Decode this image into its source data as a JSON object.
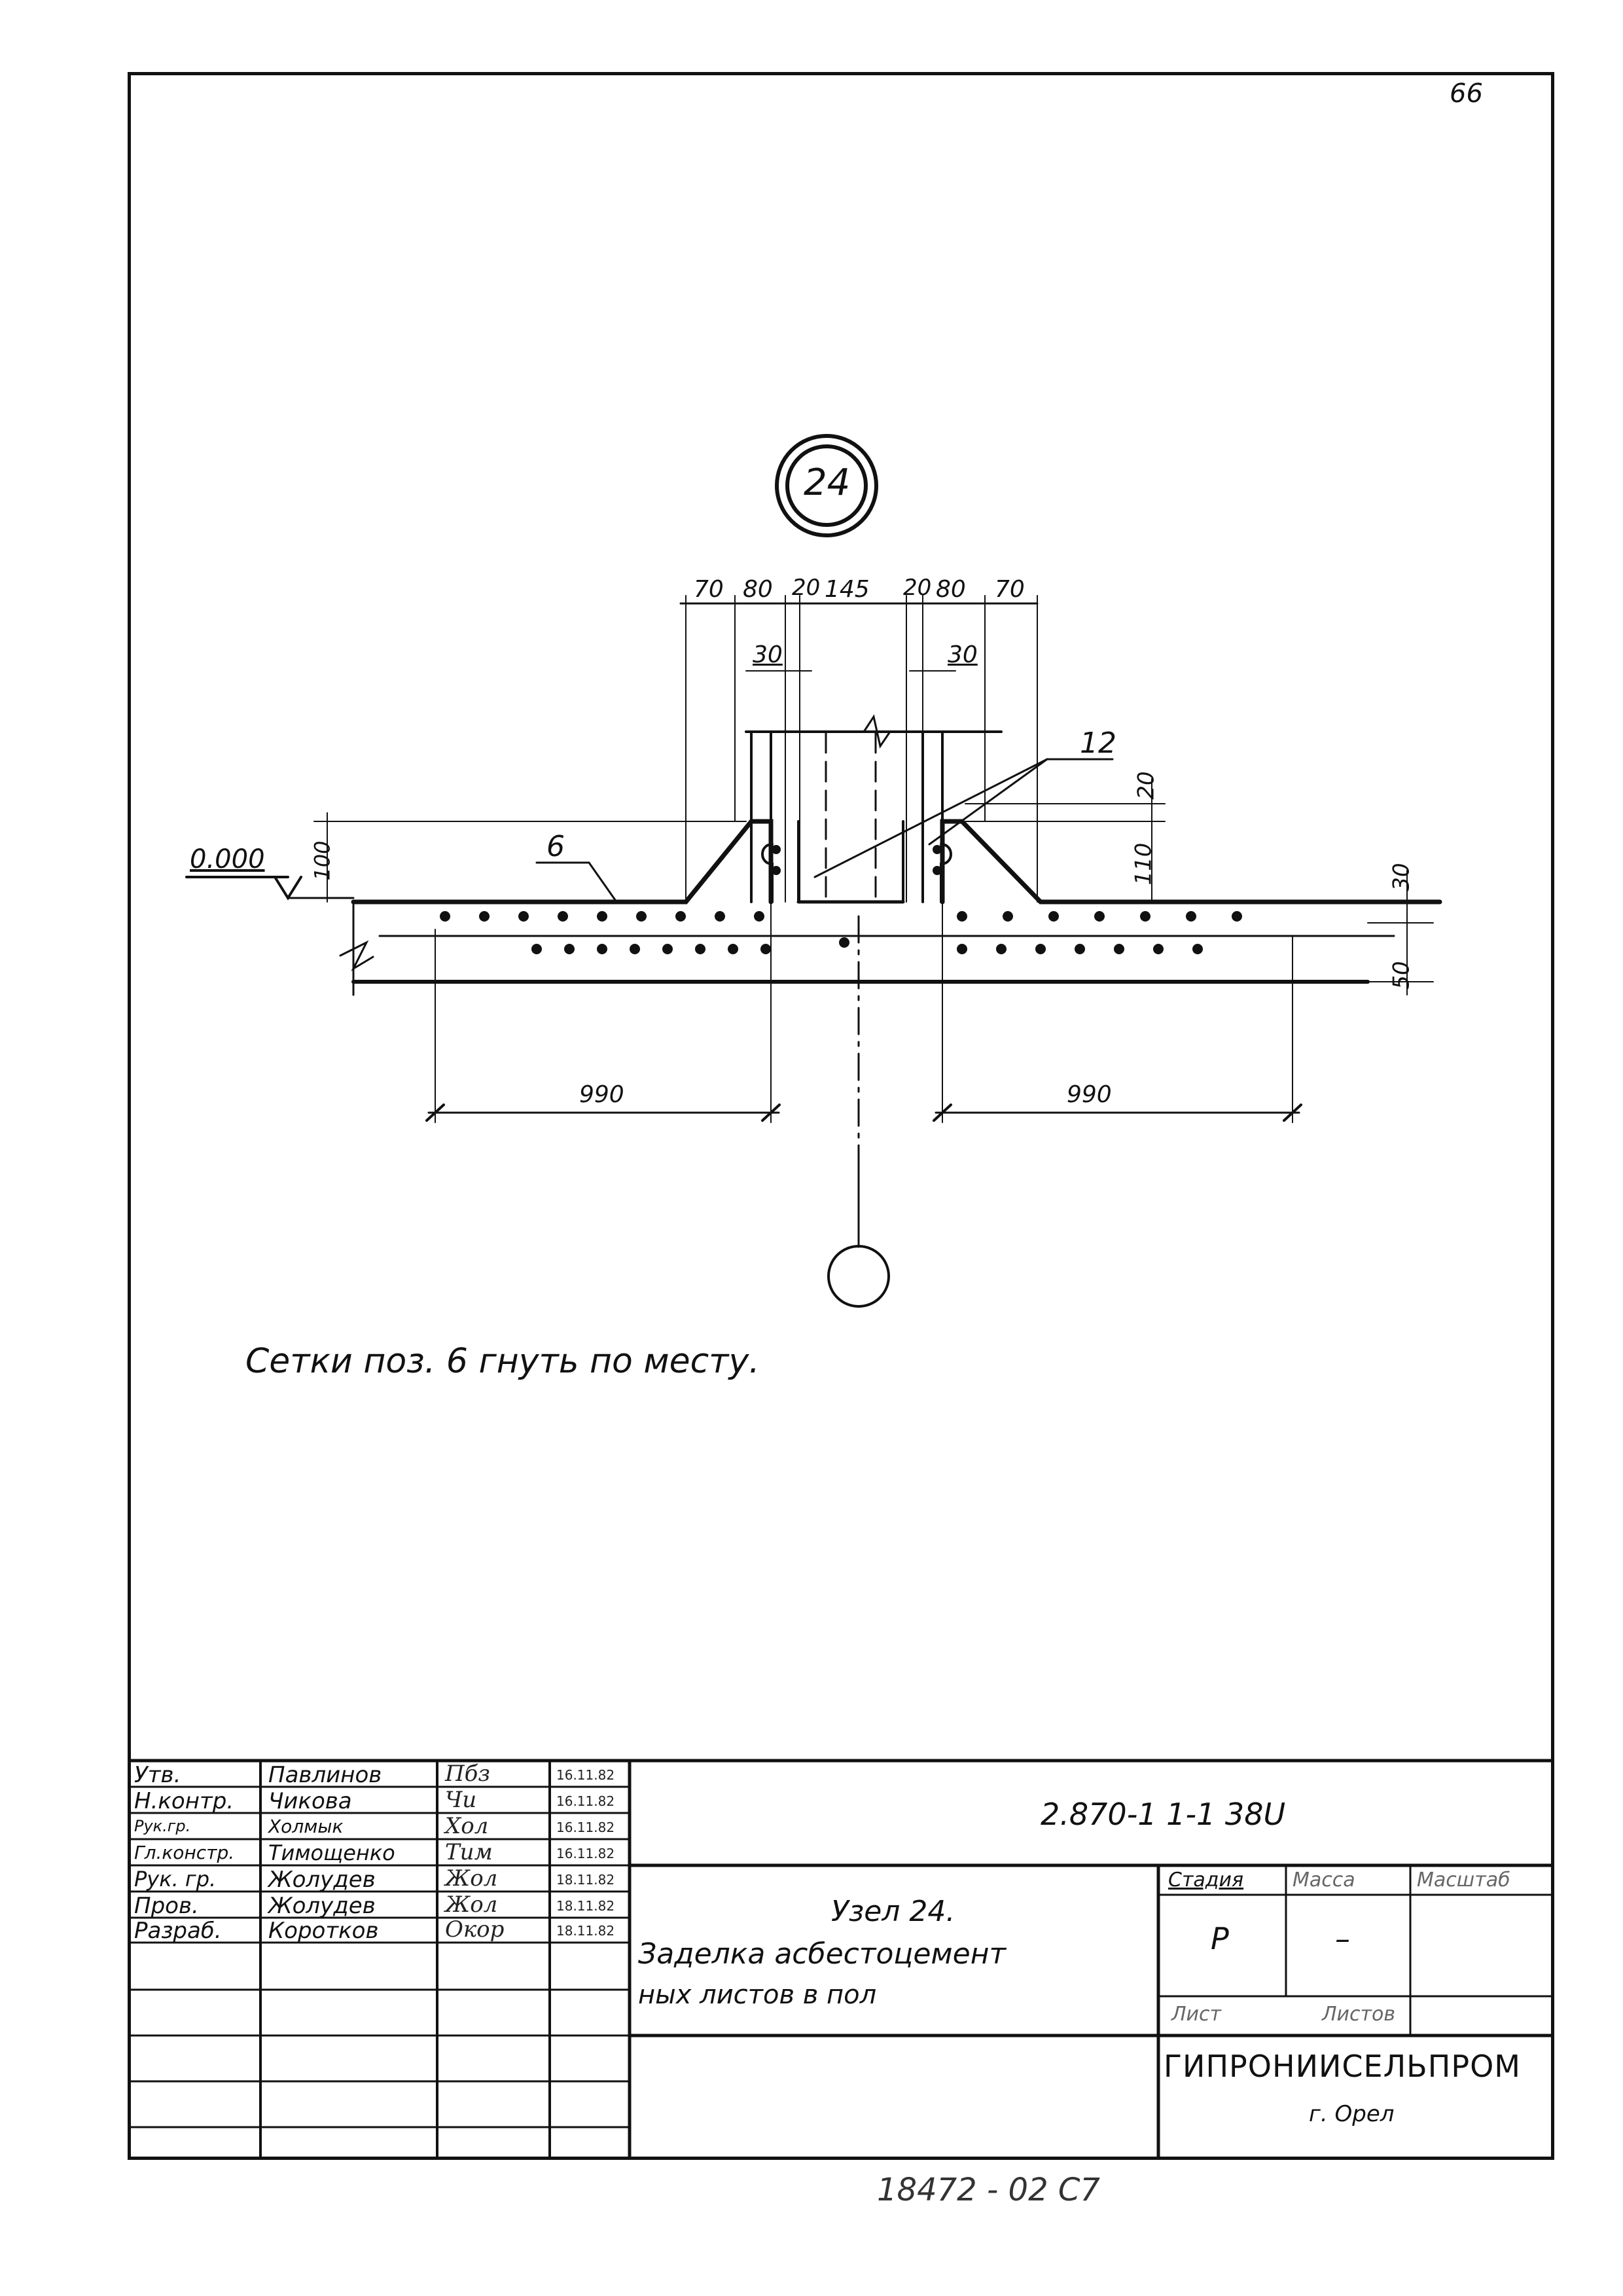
{
  "sheet": {
    "page_number": "66",
    "bottom_code": "18472 - 02   С7"
  },
  "detail": {
    "node_number": "24",
    "level_mark": "0.000",
    "note": "Сетки   поз. 6   гнуть   по месту.",
    "position_labels": {
      "mesh": "6",
      "sheet": "12"
    },
    "dimensions_top": [
      "70",
      "80",
      "20",
      "145",
      "20",
      "80",
      "70"
    ],
    "dimensions_inner": [
      "30",
      "30"
    ],
    "dimensions_left": [
      "100"
    ],
    "dimensions_right": [
      "20",
      "110",
      "30",
      "50"
    ],
    "dimensions_bottom": [
      "990",
      "990"
    ]
  },
  "title_block": {
    "rows": [
      {
        "role": "Утв.",
        "name": "Павлинов",
        "signature": "Пбз",
        "date": "16.11.82"
      },
      {
        "role": "Н.контр.",
        "name": "Чикова",
        "signature": "Чи",
        "date": "16.11.82"
      },
      {
        "role": "Рук.гр.",
        "name": "Холмык",
        "signature": "Хол",
        "date": "16.11.82"
      },
      {
        "role": "Гл.констр.",
        "name": "Тимощенко",
        "signature": "Тим",
        "date": "16.11.82"
      },
      {
        "role": "Рук. гр.",
        "name": "Жолудев",
        "signature": "Жол",
        "date": "18.11.82"
      },
      {
        "role": "Пров.",
        "name": "Жолудев",
        "signature": "Жол",
        "date": "18.11.82"
      },
      {
        "role": "Разраб.",
        "name": "Коротков",
        "signature": "Окор",
        "date": "18.11.82"
      }
    ],
    "document_code": "2.870-1  1-1  38U",
    "title_line1": "Узел  24.",
    "title_line2": "Заделка  асбестоцемент",
    "title_line3": "ных листов   в пол",
    "stage_header": "Стадия",
    "mass_header": "Масса",
    "scale_header": "Масштаб",
    "stage_value": "Р",
    "mass_value": "–",
    "sheet_header": "Лист",
    "sheets_header": "Листов",
    "organization": "ГИПРОНИИСЕЛЬПРОМ",
    "city": "г. Орел"
  }
}
